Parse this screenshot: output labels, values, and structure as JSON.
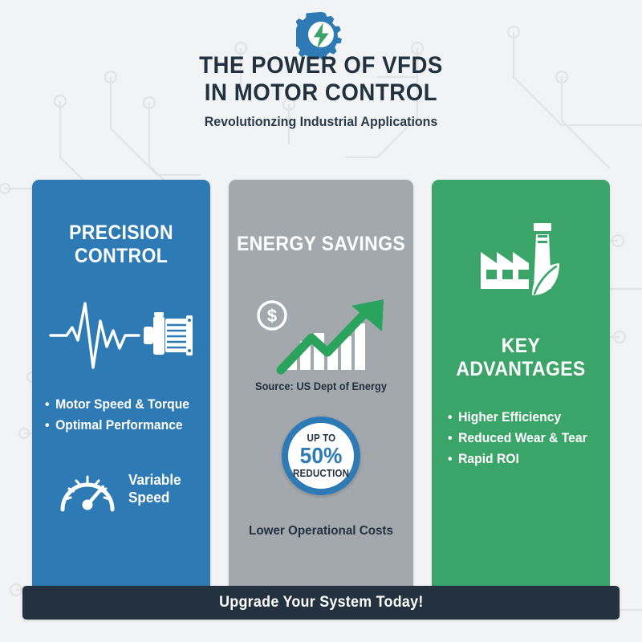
{
  "header": {
    "logo_icon": "gear-lightning-icon",
    "title_line1": "THE POWER OF VFDs",
    "title_line2": "IN MOTOR CONTROL",
    "subtitle": "Revolutionzing Industrial Applications"
  },
  "panels": {
    "precision": {
      "title_line1": "PRECISION",
      "title_line2": "CONTROL",
      "icon": "waveform-motor-icon",
      "bullets": [
        "Motor Speed & Torque",
        "Optimal Performance"
      ],
      "gauge_icon": "speedometer-icon",
      "gauge_label_line1": "Variable",
      "gauge_label_line2": "Speed"
    },
    "energy": {
      "title": "ENERGY SAVINGS",
      "icon": "dollar-growth-chart-icon",
      "source": "Source: US Dept of Energy",
      "badge": {
        "top": "UP TO",
        "value": "50%",
        "bottom": "REDUCTION"
      },
      "footnote": "Lower Operational Costs"
    },
    "advantages": {
      "icon": "factory-leaf-icon",
      "title": "KEY ADVANTAGES",
      "bullets": [
        "Higher Efficiency",
        "Reduced Wear & Tear",
        "Rapid ROI"
      ]
    }
  },
  "footer": {
    "cta": "Upgrade Your System Today!"
  },
  "colors": {
    "blue": "#2e7ab4",
    "gray": "#a3a8ad",
    "green": "#3aa469",
    "navy": "#24313f",
    "background": "#f2f3f4"
  }
}
